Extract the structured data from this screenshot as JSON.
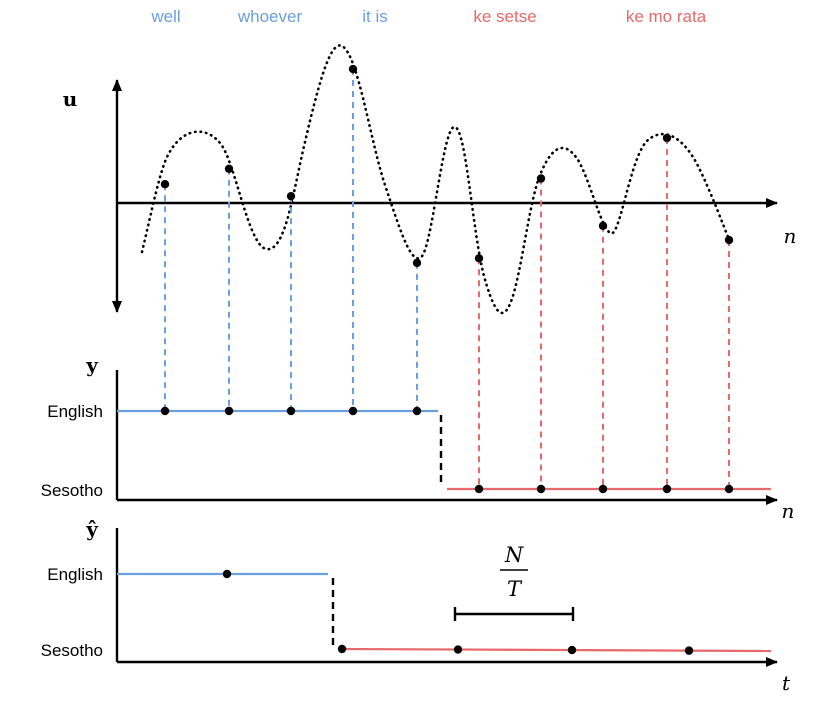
{
  "colors": {
    "english": "#6a9fe0",
    "sesotho": "#e8696b",
    "axis": "#000000"
  },
  "top_words": {
    "english": [
      "well",
      "whoever",
      "it is"
    ],
    "sesotho": [
      "ke setse",
      "ke mo rata"
    ]
  },
  "labels": {
    "u": "u",
    "y": "y",
    "y_hat": "ŷ",
    "n_top": "n",
    "n_mid": "n",
    "t": "t",
    "frac_num": "N",
    "frac_den": "T"
  },
  "languages": {
    "english": "English",
    "sesotho": "Sesotho"
  },
  "signal": {
    "samples": [
      {
        "value": 0.33,
        "lang": "english"
      },
      {
        "value": 0.6,
        "lang": "english"
      },
      {
        "value": 0.12,
        "lang": "english"
      },
      {
        "value": 2.35,
        "lang": "english"
      },
      {
        "value": -1.05,
        "lang": "english"
      },
      {
        "value": -0.97,
        "lang": "sesotho"
      },
      {
        "value": 0.43,
        "lang": "sesotho"
      },
      {
        "value": -0.4,
        "lang": "sesotho"
      },
      {
        "value": 1.14,
        "lang": "sesotho"
      },
      {
        "value": -0.65,
        "lang": "sesotho"
      }
    ]
  },
  "y_sequence": [
    "english",
    "english",
    "english",
    "english",
    "english",
    "sesotho",
    "sesotho",
    "sesotho",
    "sesotho",
    "sesotho"
  ],
  "y_hat_sequence": [
    "english",
    "sesotho",
    "sesotho",
    "sesotho",
    "sesotho"
  ]
}
